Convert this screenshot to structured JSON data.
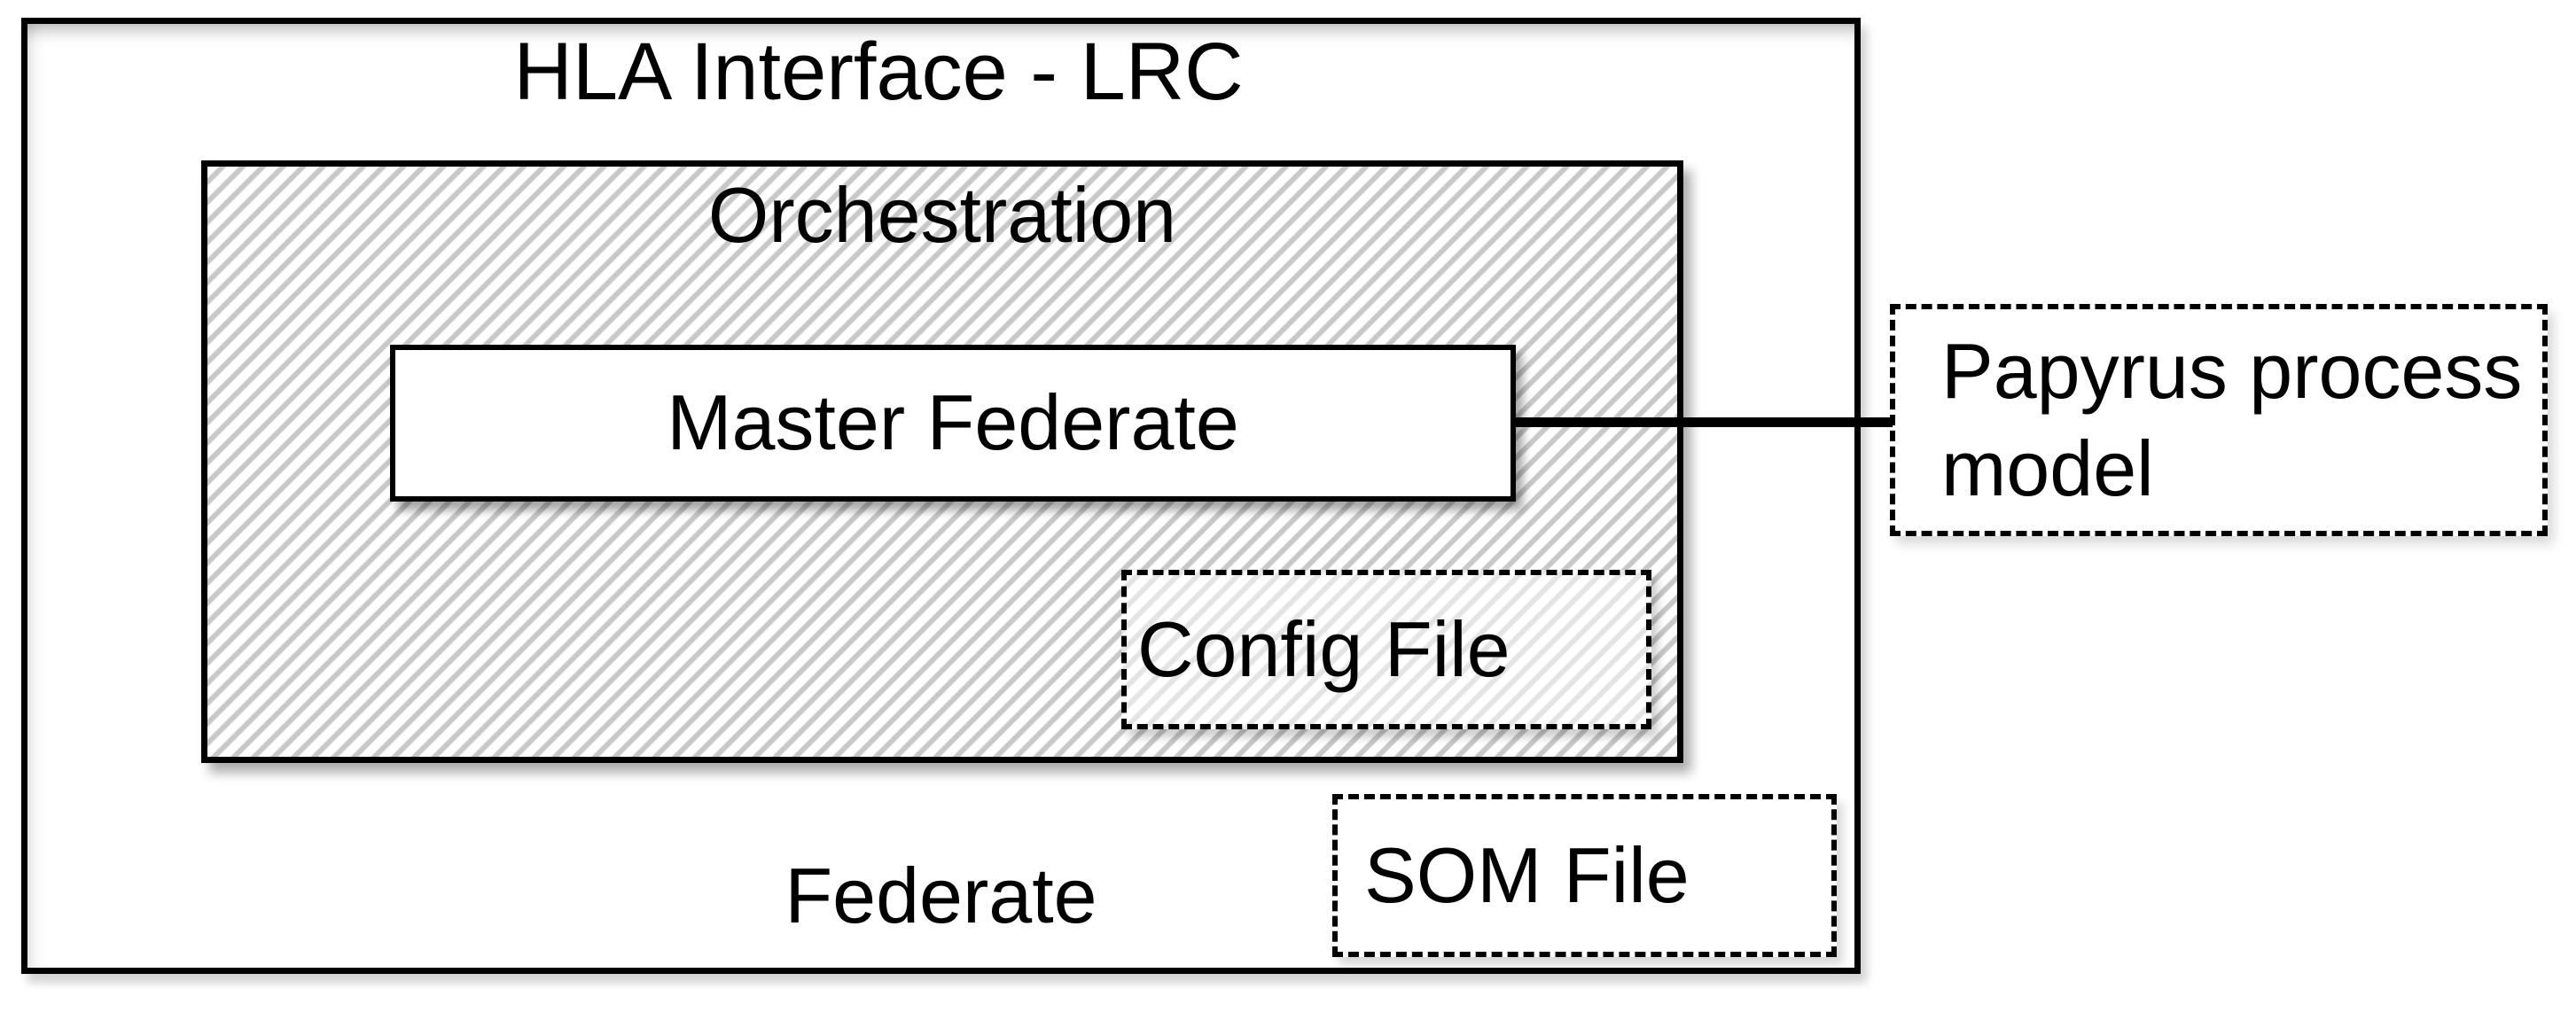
{
  "diagram": {
    "background_color": "#ffffff",
    "stroke_color": "#000000",
    "hatch_color": "#c8c8c8",
    "outer_box": {
      "title": "HLA Interface - LRC",
      "footer_label": "Federate"
    },
    "orchestration_box": {
      "label": "Orchestration"
    },
    "master_federate_box": {
      "label": "Master Federate"
    },
    "config_file_box": {
      "label": "Config File"
    },
    "som_file_box": {
      "label": "SOM File"
    },
    "papyrus_box": {
      "label": "Papyrus process model"
    }
  }
}
